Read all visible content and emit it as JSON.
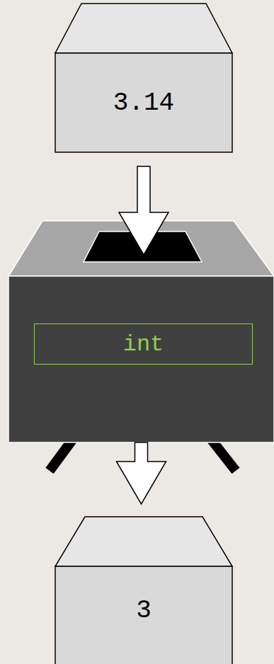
{
  "diagram": {
    "nodes": [
      {
        "text": [
          "3.14"
        ]
      },
      {
        "text": [
          "int"
        ]
      },
      {
        "text": [
          "3"
        ]
      }
    ],
    "edges": [
      {
        "from": 0,
        "to": 1,
        "arrow": "to"
      },
      {
        "from": 1,
        "to": 2,
        "arrow": "to"
      }
    ]
  }
}
